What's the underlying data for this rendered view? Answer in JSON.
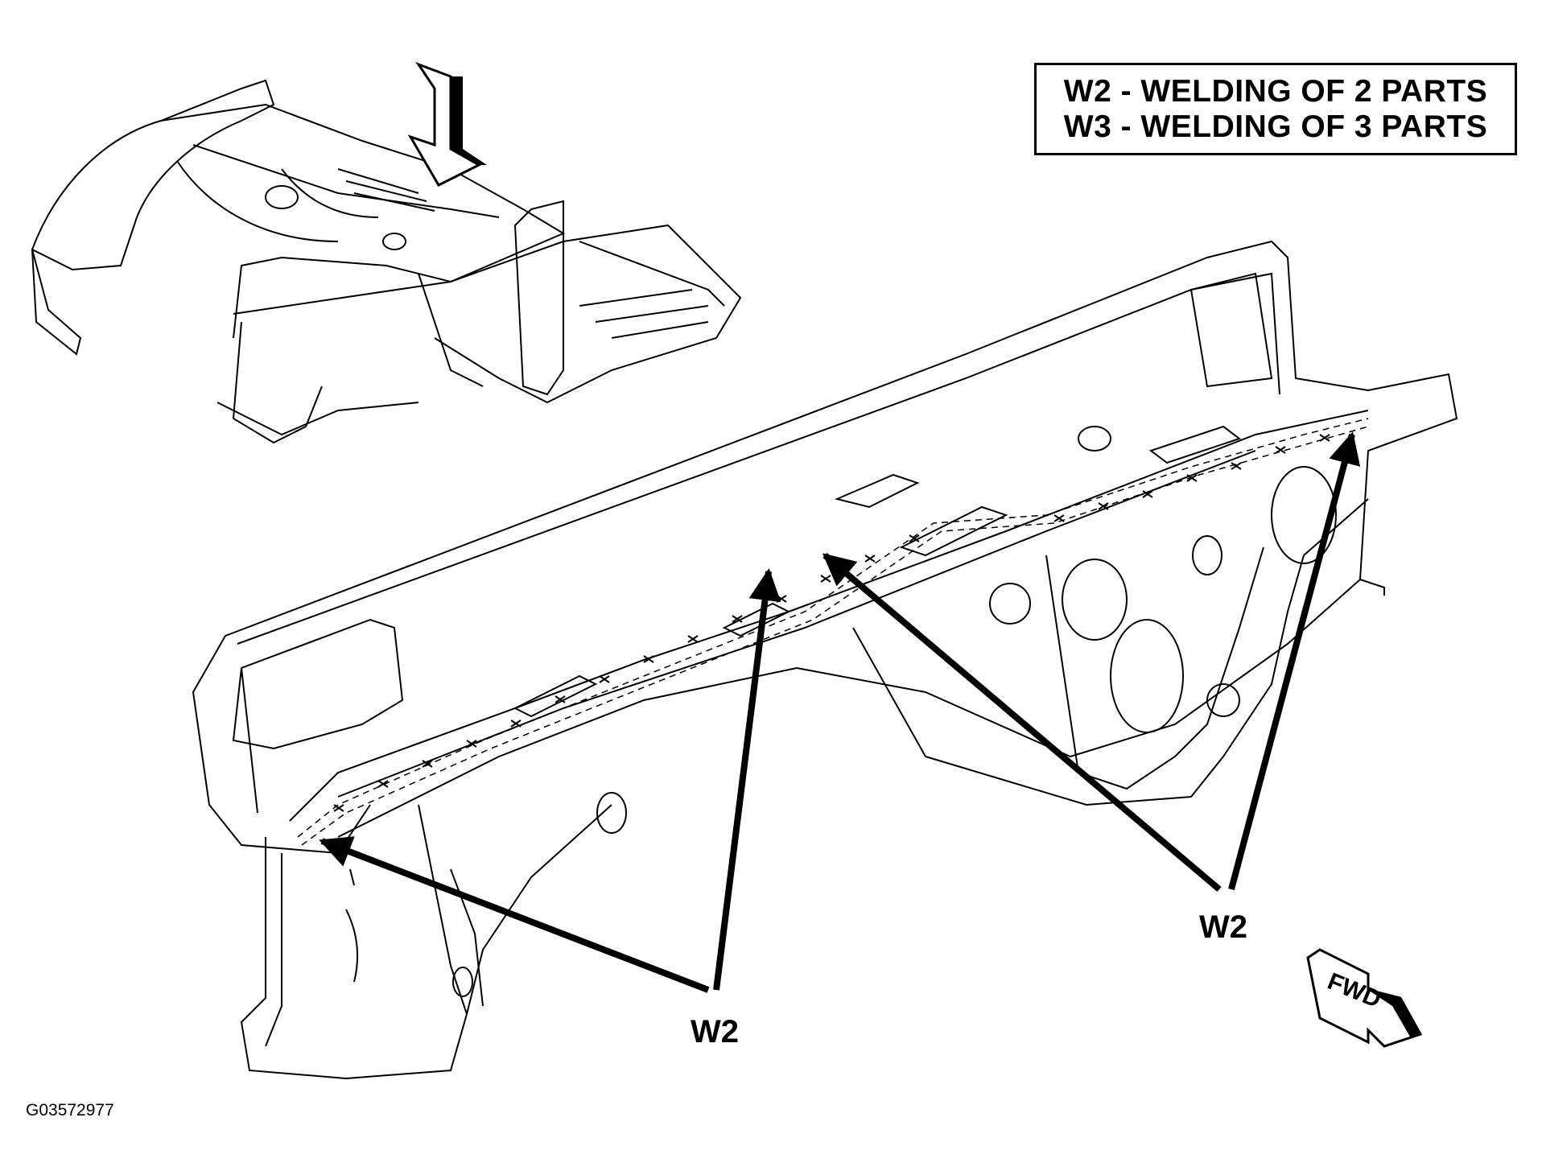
{
  "legend": {
    "lines": [
      "W2 - WELDING OF 2 PARTS",
      "W3 - WELDING OF 3 PARTS"
    ]
  },
  "callouts": {
    "left": "W2",
    "right": "W2"
  },
  "direction_label": "FWD",
  "figure_id": "G03572977",
  "colors": {
    "ink": "#000000",
    "paper": "#ffffff"
  }
}
